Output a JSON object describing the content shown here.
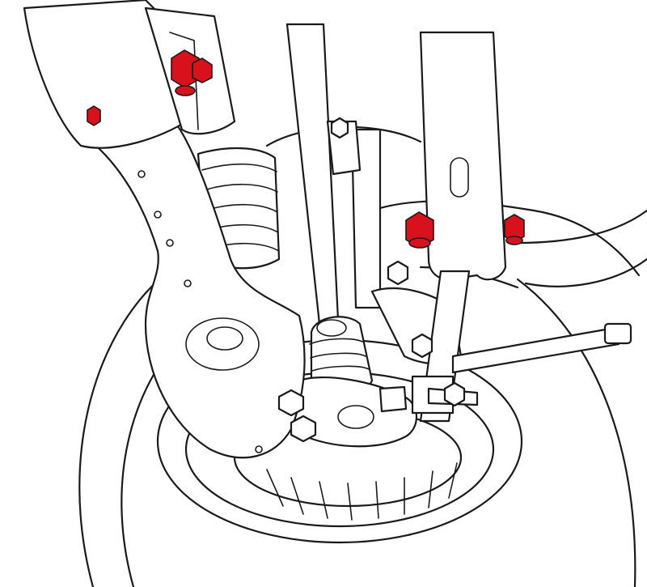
{
  "colors": {
    "line": "#1a1a1a",
    "background": "#ffffff",
    "highlight": "#d8111c"
  },
  "highlighted_parts": [
    "upper-mount-nut",
    "trailing-arm-front-bushing-nut",
    "lateral-link-inner-nut",
    "lateral-link-outer-nut"
  ]
}
